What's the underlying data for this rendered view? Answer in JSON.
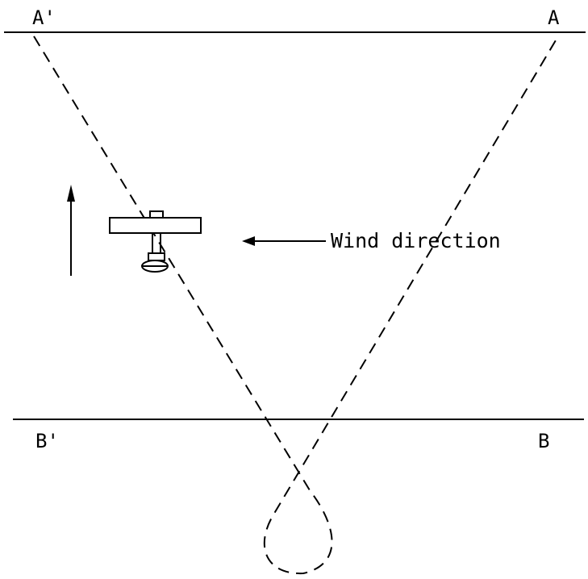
{
  "labels": {
    "a_prime": "A'",
    "a": "A",
    "b_prime": "B'",
    "b": "B",
    "wind": "Wind direction"
  },
  "colors": {
    "ink": "#000000",
    "paper": "#ffffff"
  },
  "icons": {
    "aircraft": "biplane-top-view-icon",
    "course_arrow": "arrow-up-icon",
    "wind_arrow": "arrow-left-icon"
  }
}
